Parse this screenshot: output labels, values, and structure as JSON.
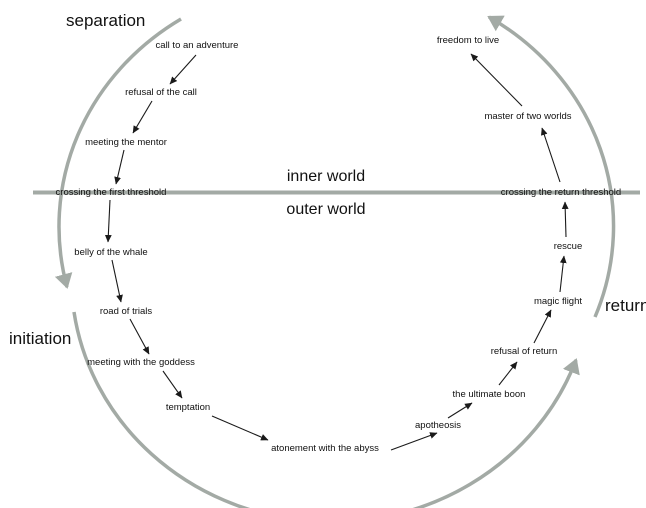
{
  "sections": {
    "separation": "separation",
    "initiation": "initiation",
    "return": "return"
  },
  "worlds": {
    "inner": "inner world",
    "outer": "outer world"
  },
  "stages": [
    "call to an adventure",
    "refusal of the call",
    "meeting the mentor",
    "crossing the first threshold",
    "belly of the whale",
    "road of trials",
    "meeting with the goddess",
    "temptation",
    "atonement with the abyss",
    "apotheosis",
    "the ultimate boon",
    "refusal of return",
    "magic flight",
    "rescue",
    "crossing the return threshold",
    "master of two worlds",
    "freedom to live"
  ],
  "colors": {
    "cycle_arc": "#a3aaa5",
    "threshold_line": "#a3aaa5",
    "flow_arrow": "#1a1a1a",
    "text": "#111111"
  }
}
